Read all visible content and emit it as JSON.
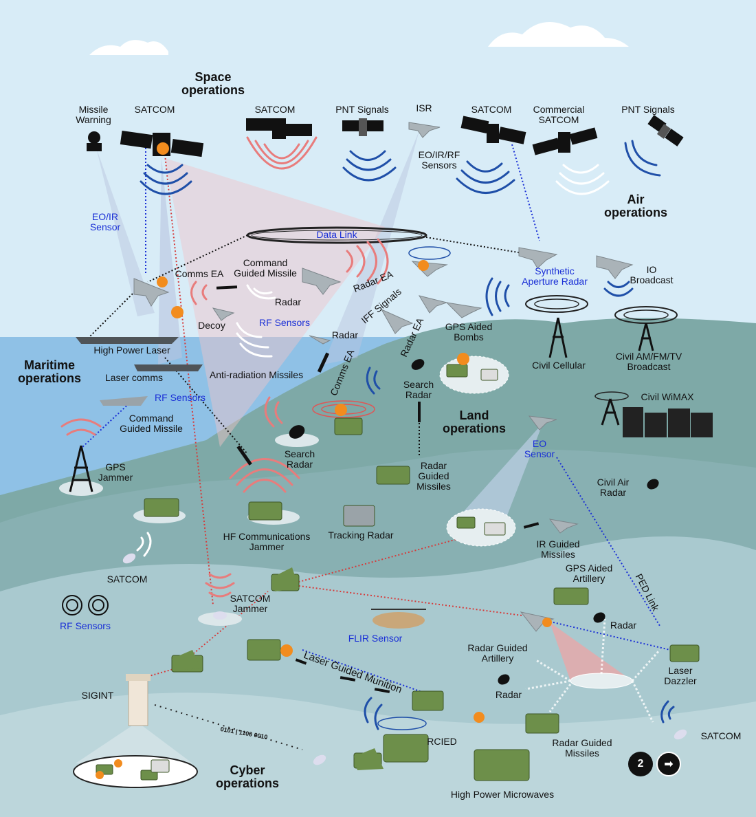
{
  "domains": {
    "space": "Space\noperations",
    "air": "Air\noperations",
    "maritime": "Maritime\noperations",
    "land": "Land\noperations",
    "cyber": "Cyber\noperations"
  },
  "labels": {
    "missile_warning": "Missile\nWarning",
    "satcom_1": "SATCOM",
    "satcom_2": "SATCOM",
    "pnt_1": "PNT Signals",
    "isr": "ISR",
    "satcom_3": "SATCOM",
    "commercial_satcom": "Commercial\nSATCOM",
    "pnt_2": "PNT Signals",
    "eo_ir_rf": "EO/IR/RF\nSensors",
    "eo_ir_sensor": "EO/IR\nSensor",
    "data_link": "Data Link",
    "sar": "Synthetic\nAperture Radar",
    "io_broadcast": "IO\nBroadcast",
    "command_guided_missile_air": "Command\nGuided Missile",
    "comms_ea_air": "Comms EA",
    "radar_ea_air": "Radar EA",
    "radar_air": "Radar",
    "decoy": "Decoy",
    "rf_sensors_air": "RF Sensors",
    "iff_signals": "IFF Signals",
    "radar_ea_2": "Radar EA",
    "gps_aided_bombs": "GPS Aided\nBombs",
    "radar_2": "Radar",
    "civil_cellular": "Civil Cellular",
    "civil_am_fm_tv": "Civil AM/FM/TV\nBroadcast",
    "high_power_laser": "High Power Laser",
    "laser_comms": "Laser comms",
    "anti_radiation": "Anti-radiation Missiles",
    "comms_ea_2": "Comms EA",
    "search_radar_1": "Search\nRadar",
    "rf_sensors_sea": "RF Sensors",
    "command_guided_missile_sea": "Command\nGuided Missile",
    "civil_wimax": "Civil WiMAX",
    "search_radar_2": "Search\nRadar",
    "radar_guided_missiles_1": "Radar\nGuided\nMissiles",
    "eo_sensor": "EO\nSensor",
    "gps_jammer": "GPS\nJammer",
    "civil_air_radar": "Civil Air\nRadar",
    "hf_comms_jammer": "HF Communications\nJammer",
    "tracking_radar": "Tracking Radar",
    "ir_guided_missiles": "IR Guided\nMissiles",
    "gps_aided_artillery": "GPS Aided\nArtillery",
    "satcom_ground": "SATCOM",
    "ped_link": "PED Link",
    "satcom_jammer": "SATCOM\nJammer",
    "rf_sensors_ground": "RF Sensors",
    "radar_3": "Radar",
    "flir_sensor": "FLIR Sensor",
    "radar_guided_artillery": "Radar Guided\nArtillery",
    "laser_dazzler": "Laser\nDazzler",
    "laser_guided_munition": "Laser Guided Munition",
    "radar_4": "Radar",
    "sigint": "SIGINT",
    "binary": "0101 | 1100 0010",
    "rcied": "RCIED",
    "radar_guided_missiles_2": "Radar Guided\nMissiles",
    "satcom_4": "SATCOM",
    "high_power_microwaves": "High Power Microwaves"
  },
  "nav": {
    "page": "2",
    "next": "➡"
  },
  "colors": {
    "sky": "#d8ecf7",
    "sea": "#8fc1e6",
    "land_dark": "#6e9e9c",
    "land_light": "#a9c9cf",
    "link_red": "#d63b3b",
    "link_blue": "#1a2fd6",
    "wave_blue": "#1f4fa8",
    "wave_red": "#e05555",
    "vehicle_green": "#6d8f4a",
    "label_blue": "#1a2fd6"
  }
}
